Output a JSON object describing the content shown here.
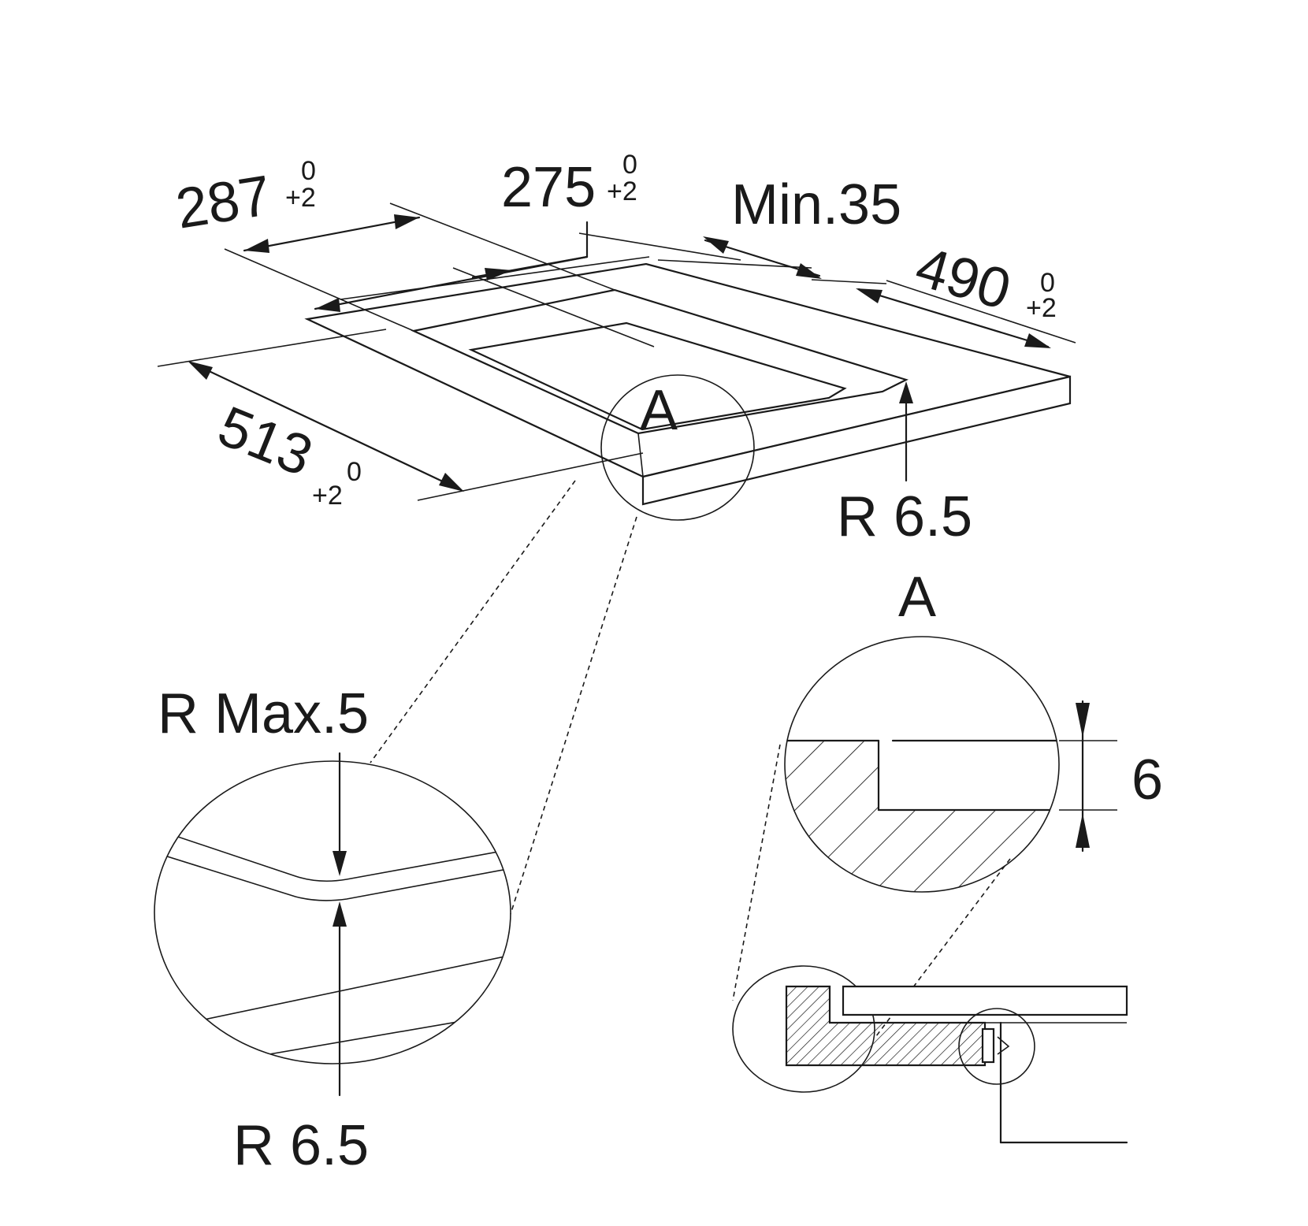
{
  "dimensions": {
    "width_287": {
      "value": "287",
      "tol_upper": "0",
      "tol_lower": "+2"
    },
    "width_275": {
      "value": "275",
      "tol_upper": "0",
      "tol_lower": "+2"
    },
    "min_35": {
      "value": "Min.35"
    },
    "depth_490": {
      "value": "490",
      "tol_upper": "0",
      "tol_lower": "+2"
    },
    "depth_513": {
      "value": "513",
      "tol_upper": "0",
      "tol_lower": "+2"
    },
    "radius_main": {
      "value": "R 6.5"
    },
    "radius_max": {
      "value": "R Max.5"
    },
    "radius_detail": {
      "value": "R 6.5"
    },
    "step_height": {
      "value": "6"
    }
  },
  "detail": {
    "marker": "A",
    "title": "A"
  }
}
